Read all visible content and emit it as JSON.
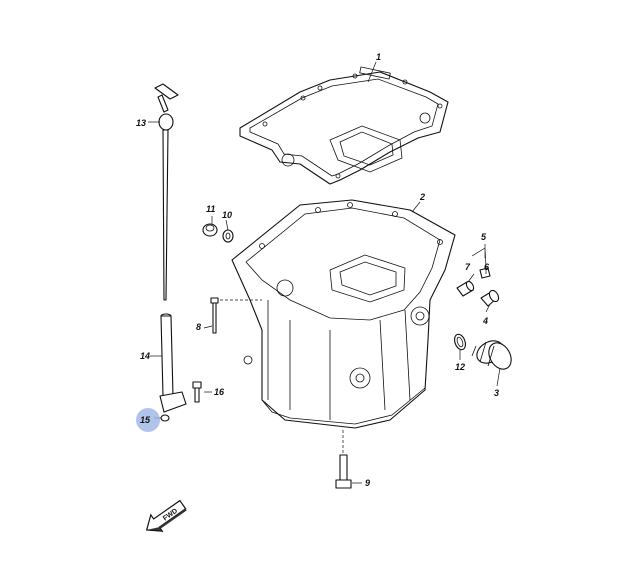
{
  "callouts": [
    {
      "id": "1",
      "text": "1"
    },
    {
      "id": "2",
      "text": "2"
    },
    {
      "id": "3",
      "text": "3"
    },
    {
      "id": "4",
      "text": "4"
    },
    {
      "id": "5",
      "text": "5"
    },
    {
      "id": "6",
      "text": "6"
    },
    {
      "id": "7",
      "text": "7"
    },
    {
      "id": "8",
      "text": "8"
    },
    {
      "id": "9",
      "text": "9"
    },
    {
      "id": "10",
      "text": "10"
    },
    {
      "id": "11",
      "text": "11"
    },
    {
      "id": "12",
      "text": "12"
    },
    {
      "id": "13",
      "text": "13"
    },
    {
      "id": "14",
      "text": "14"
    },
    {
      "id": "15",
      "text": "15"
    },
    {
      "id": "16",
      "text": "16"
    }
  ],
  "highlight": {
    "callout": "15",
    "color": "#9fb4e6"
  },
  "fwd_arrow": {
    "text": "FWD"
  }
}
